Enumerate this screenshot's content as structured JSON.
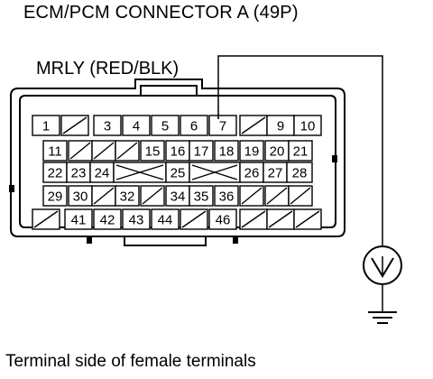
{
  "title": "ECM/PCM CONNECTOR A (49P)",
  "wire_label": "MRLY (RED/BLK)",
  "caption": "Terminal side of female terminals",
  "meter_symbol": "V",
  "ground_icon": "ground-icon",
  "probe_terminal": "7",
  "connector": {
    "row1": [
      "1",
      "",
      "3",
      "4",
      "5",
      "6",
      "7",
      "",
      "9",
      "10"
    ],
    "row2": [
      "11",
      "",
      "",
      "",
      "15",
      "16",
      "17",
      "18",
      "19",
      "20",
      "21"
    ],
    "row3": [
      "22",
      "23",
      "24",
      "",
      "25",
      "",
      "26",
      "27",
      "28"
    ],
    "row4": [
      "29",
      "30",
      "",
      "32",
      "",
      "34",
      "35",
      "36",
      "",
      "",
      ""
    ],
    "row5": [
      "",
      "41",
      "42",
      "43",
      "44",
      "",
      "46",
      "",
      "",
      ""
    ]
  }
}
